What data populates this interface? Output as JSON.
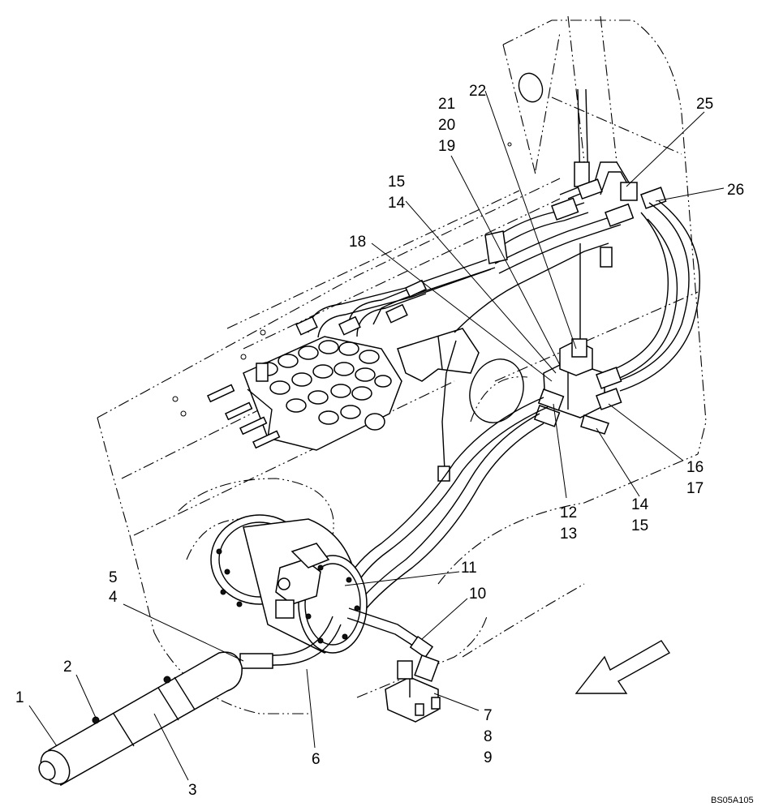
{
  "figure_id": "BS05A105",
  "callouts": [
    {
      "id": "c1",
      "text": "1"
    },
    {
      "id": "c2",
      "text": "2"
    },
    {
      "id": "c3",
      "text": "3"
    },
    {
      "id": "c4",
      "text": "4"
    },
    {
      "id": "c5",
      "text": "5"
    },
    {
      "id": "c6",
      "text": "6"
    },
    {
      "id": "c7",
      "text": "7"
    },
    {
      "id": "c8",
      "text": "8"
    },
    {
      "id": "c9",
      "text": "9"
    },
    {
      "id": "c10",
      "text": "10"
    },
    {
      "id": "c11",
      "text": "11"
    },
    {
      "id": "c12",
      "text": "12"
    },
    {
      "id": "c13",
      "text": "13"
    },
    {
      "id": "c14a",
      "text": "14"
    },
    {
      "id": "c15a",
      "text": "15"
    },
    {
      "id": "c14b",
      "text": "14"
    },
    {
      "id": "c15b",
      "text": "15"
    },
    {
      "id": "c16",
      "text": "16"
    },
    {
      "id": "c17",
      "text": "17"
    },
    {
      "id": "c18",
      "text": "18"
    },
    {
      "id": "c19",
      "text": "19"
    },
    {
      "id": "c20",
      "text": "20"
    },
    {
      "id": "c21",
      "text": "21"
    },
    {
      "id": "c22",
      "text": "22"
    },
    {
      "id": "c25",
      "text": "25"
    },
    {
      "id": "c26",
      "text": "26"
    }
  ],
  "direction_arrow": {
    "icon": "front-direction-arrow-icon"
  }
}
